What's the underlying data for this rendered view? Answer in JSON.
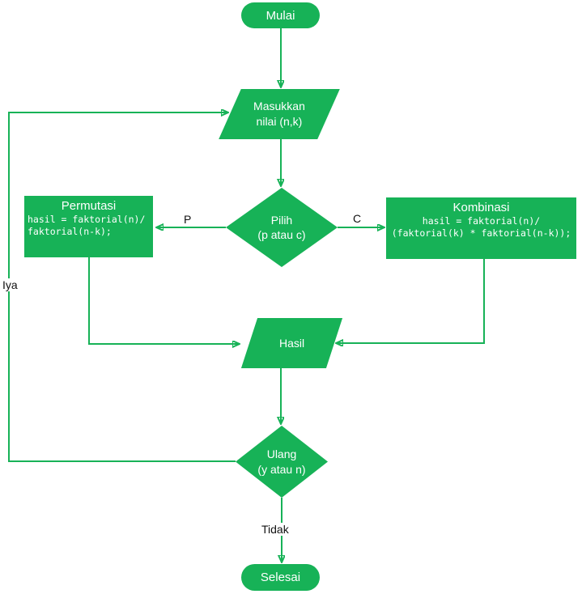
{
  "colors": {
    "shape_green": "#17b257",
    "node_text": "#ffffff",
    "edge_label_text": "#111111",
    "background": "#ffffff"
  },
  "nodes": {
    "start": {
      "label": "Mulai"
    },
    "input": {
      "line1": "Masukkan",
      "line2": "nilai (n,k)"
    },
    "choose": {
      "line1": "Pilih",
      "line2": "(p atau c)"
    },
    "permutation": {
      "title": "Permutasi",
      "code_line1": "hasil = faktorial(n)/",
      "code_line2": "faktorial(n-k);"
    },
    "combination": {
      "title": "Kombinasi",
      "code_line1": "hasil = faktorial(n)/",
      "code_line2": "(faktorial(k) * faktorial(n-k));"
    },
    "result": {
      "label": "Hasil"
    },
    "repeat": {
      "line1": "Ulang",
      "line2": "(y atau n)"
    },
    "end": {
      "label": "Selesai"
    }
  },
  "edge_labels": {
    "permutation_branch": "P",
    "combination_branch": "C",
    "repeat_yes": "Iya",
    "repeat_no": "Tidak"
  }
}
